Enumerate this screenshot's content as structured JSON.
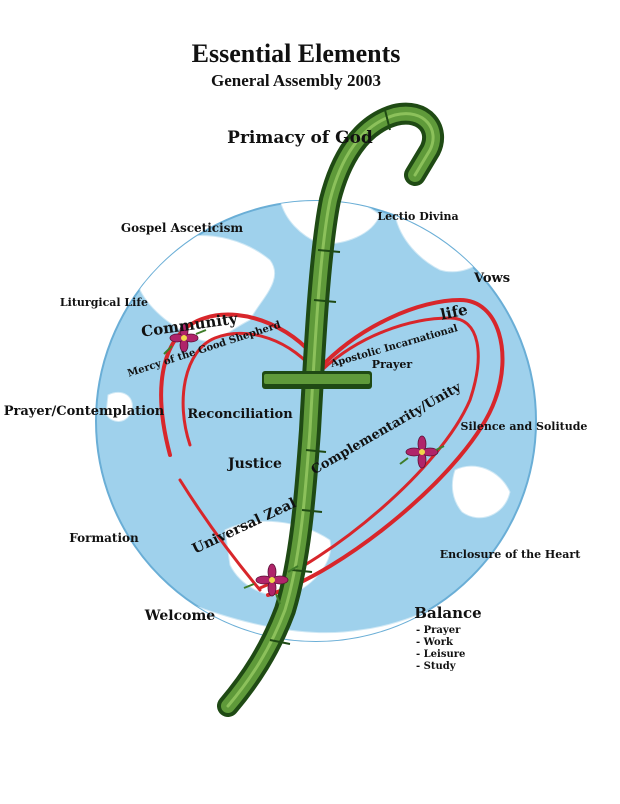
{
  "title": "Essential Elements",
  "subtitle": "General Assembly 2003",
  "labels": {
    "primacy": "Primacy of God",
    "gospel_asceticism": "Gospel Asceticism",
    "lectio_divina": "Lectio Divina",
    "vows": "Vows",
    "liturgical_life": "Liturgical Life",
    "community": "Community",
    "mercy": "Mercy of the Good Shepherd",
    "life": "life",
    "apostolic": "Apostolic Incarnational",
    "prayer_inner": "Prayer",
    "prayer_contemplation": "Prayer/Contemplation",
    "reconciliation": "Reconciliation",
    "complementarity": "Complementarity/Unity",
    "silence_solitude": "Silence and Solitude",
    "justice": "Justice",
    "formation": "Formation",
    "universal_zeal": "Universal Zeal",
    "enclosure": "Enclosure of the Heart",
    "welcome": "Welcome",
    "balance": "Balance",
    "balance_items": [
      "- Prayer",
      "- Work",
      "- Leisure",
      "- Study"
    ]
  },
  "colors": {
    "ocean": "#9fd1ec",
    "ocean_edge": "#6aaed6",
    "land": "#ffffff",
    "heart": "#d8262b",
    "staff": "#3f7d2a",
    "staff_dark": "#1f4a14",
    "flower": "#b0246a"
  },
  "icons": [
    "globe-icon",
    "heart-icon",
    "shepherd-staff-icon",
    "cross-icon",
    "flower-icon"
  ]
}
